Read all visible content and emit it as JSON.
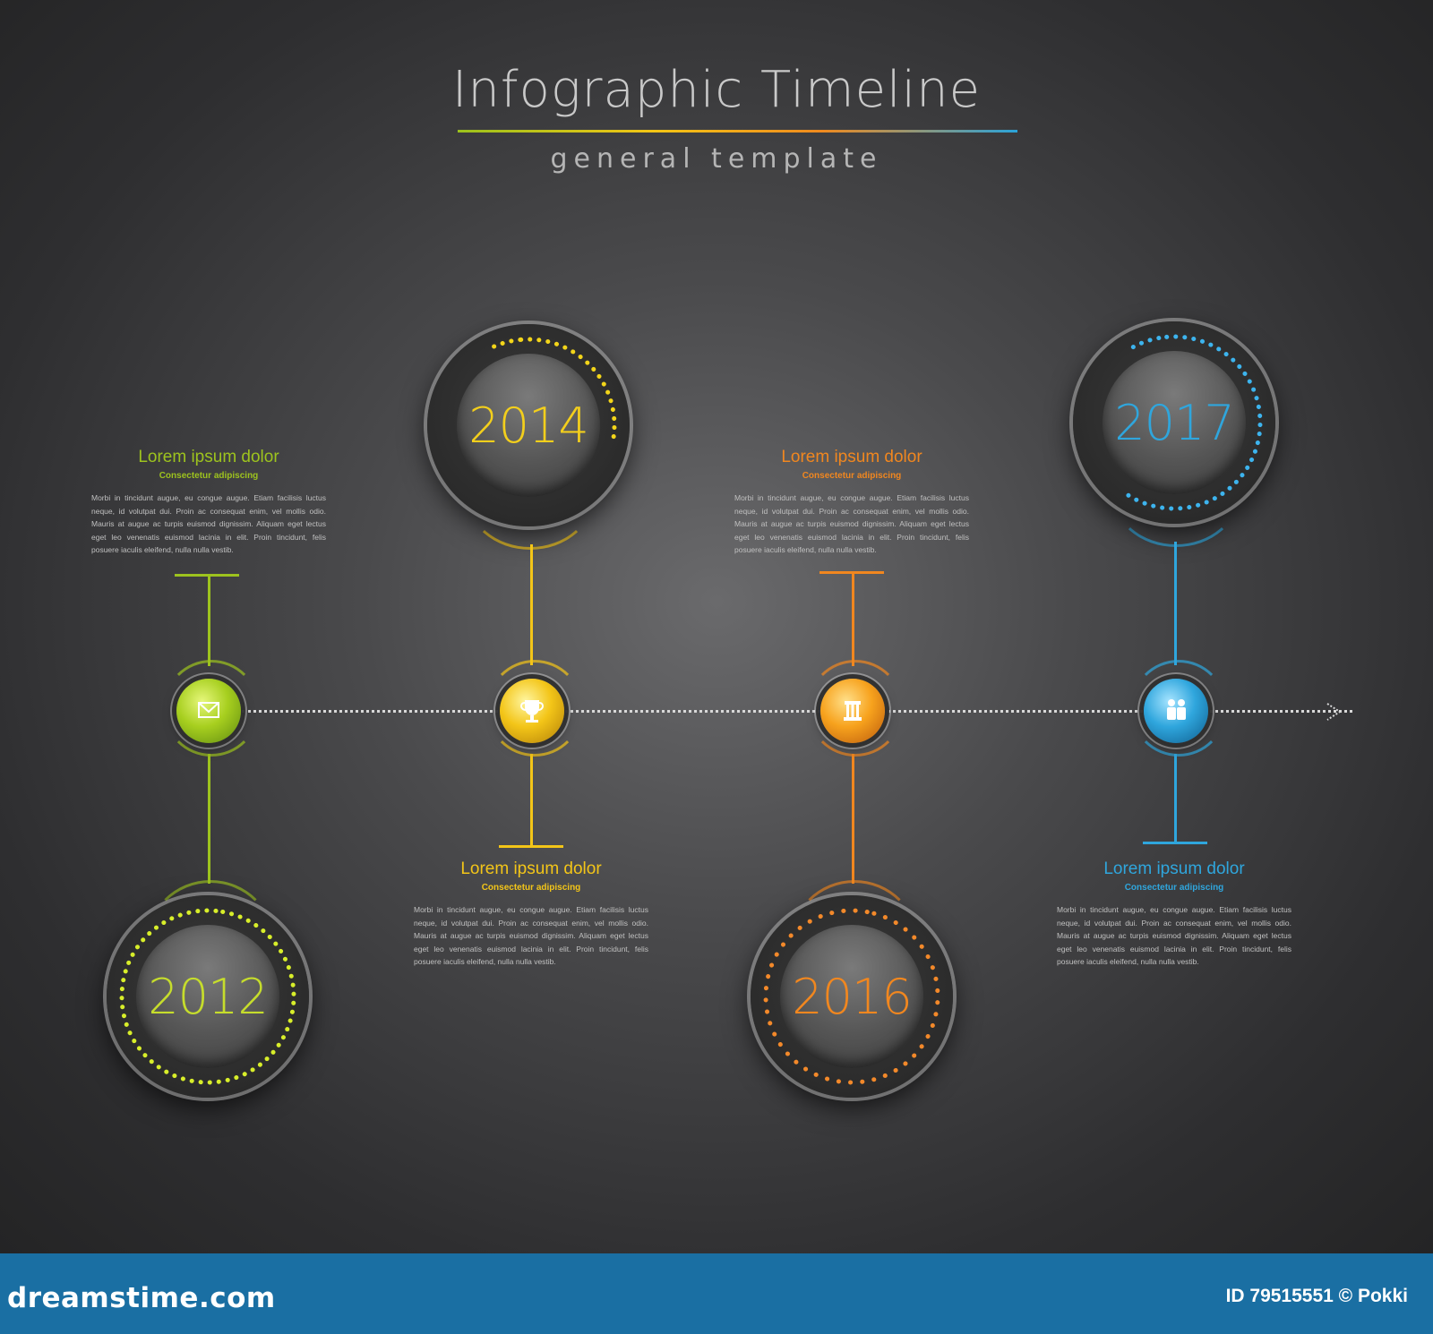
{
  "header": {
    "title": "Infographic Timeline",
    "subtitle": "general template"
  },
  "colors": {
    "green": "#9dc31e",
    "yellow": "#f3c518",
    "orange": "#f1871f",
    "blue": "#2fa6dd"
  },
  "milestones": [
    {
      "year": "2012",
      "icon": "envelope-icon",
      "heading": "Lorem ipsum dolor",
      "subheading": "Consectetur adipiscing",
      "body": "Morbi in tincidunt augue, eu congue augue. Etiam facilisis luctus neque, id volutpat dui. Proin ac consequat enim, vel mollis odio. Mauris at augue ac turpis euismod dignissim. Aliquam eget lectus eget leo venenatis euismod lacinia in elit. Proin tincidunt, felis posuere iaculis eleifend, nulla nulla vestib."
    },
    {
      "year": "2014",
      "icon": "trophy-icon",
      "heading": "Lorem ipsum dolor",
      "subheading": "Consectetur adipiscing",
      "body": "Morbi in tincidunt augue, eu congue augue. Etiam facilisis luctus neque, id volutpat dui. Proin ac consequat enim, vel mollis odio. Mauris at augue ac turpis euismod dignissim. Aliquam eget lectus eget leo venenatis euismod lacinia in elit. Proin tincidunt, felis posuere iaculis eleifend, nulla nulla vestib."
    },
    {
      "year": "2016",
      "icon": "column-icon",
      "heading": "Lorem ipsum dolor",
      "subheading": "Consectetur adipiscing",
      "body": "Morbi in tincidunt augue, eu congue augue. Etiam facilisis luctus neque, id volutpat dui. Proin ac consequat enim, vel mollis odio. Mauris at augue ac turpis euismod dignissim. Aliquam eget lectus eget leo venenatis euismod lacinia in elit. Proin tincidunt, felis posuere iaculis eleifend, nulla nulla vestib."
    },
    {
      "year": "2017",
      "icon": "people-icon",
      "heading": "Lorem ipsum dolor",
      "subheading": "Consectetur adipiscing",
      "body": "Morbi in tincidunt augue, eu congue augue. Etiam facilisis luctus neque, id volutpat dui. Proin ac consequat enim, vel mollis odio. Mauris at augue ac turpis euismod dignissim. Aliquam eget lectus eget leo venenatis euismod lacinia in elit. Proin tincidunt, felis posuere iaculis eleifend, nulla nulla vestib."
    }
  ],
  "footer": {
    "brand": "dreamstime.com",
    "id_text": "ID 79515551 © Pokki"
  }
}
